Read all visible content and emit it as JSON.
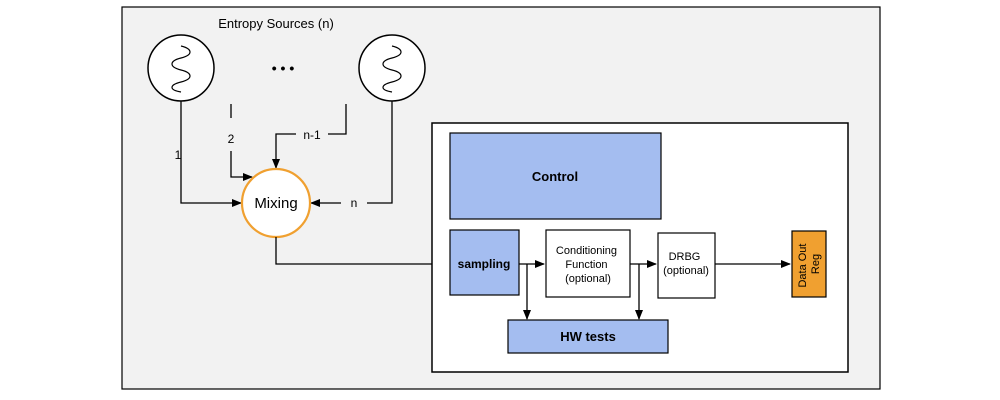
{
  "colors": {
    "outer_bg": "#f2f2f2",
    "block_blue": "#a4bdf0",
    "mixing_ring": "#f0a030",
    "data_reg": "#f0a030",
    "stroke": "#000000",
    "inner_bg": "#ffffff"
  },
  "labels": {
    "title": "Entropy Sources (n)",
    "ellipsis": "• • •",
    "mixing": "Mixing",
    "line_1": "1",
    "line_2": "2",
    "line_n1": "n-1",
    "line_n": "n",
    "control": "Control",
    "sampling": "sampling",
    "conditioning": [
      "Conditioning",
      "Function",
      "(optional)"
    ],
    "drbg": [
      "DRBG",
      "(optional)"
    ],
    "hw_tests": "HW tests",
    "data_out": [
      "Data Out",
      "Reg"
    ]
  },
  "icons": {
    "entropy_source": "sine-wave-icon"
  }
}
